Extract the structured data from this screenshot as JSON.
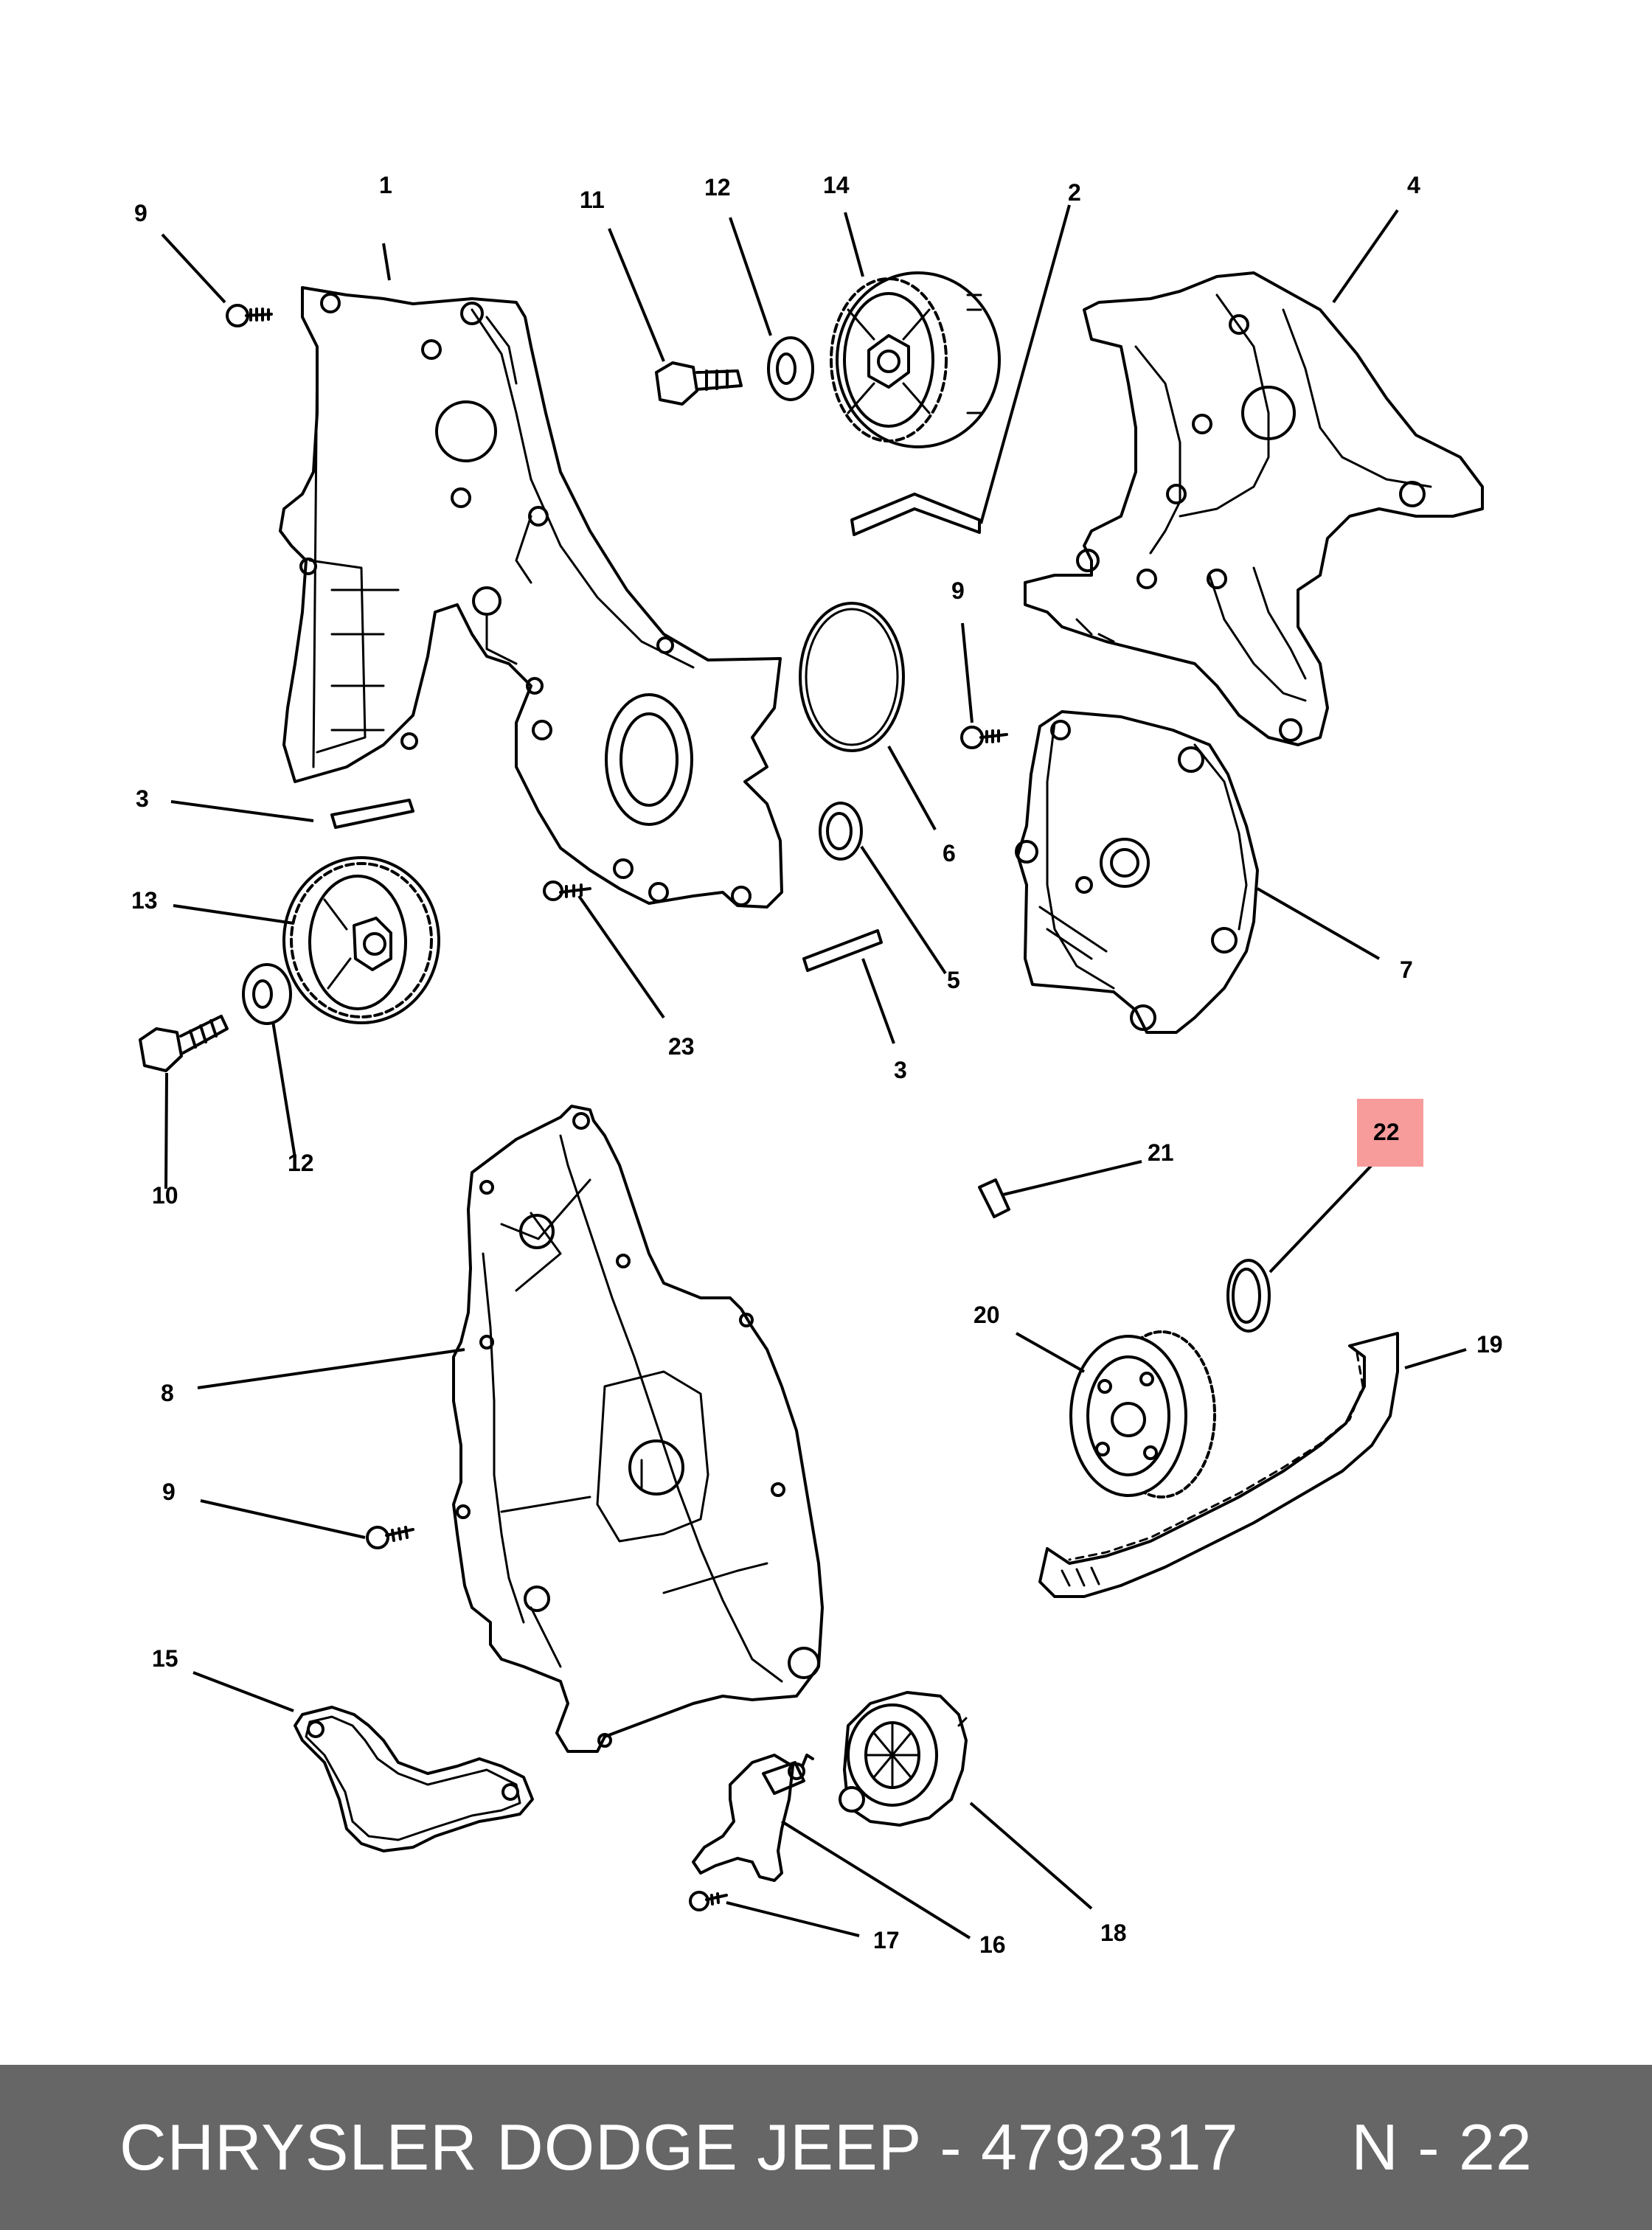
{
  "diagram": {
    "highlight_color": "#f79b9b",
    "highlighted_callout": "22",
    "callouts": [
      {
        "id": "c-1",
        "label": "1"
      },
      {
        "id": "c-2",
        "label": "2"
      },
      {
        "id": "c-3a",
        "label": "3"
      },
      {
        "id": "c-3b",
        "label": "3"
      },
      {
        "id": "c-4",
        "label": "4"
      },
      {
        "id": "c-5",
        "label": "5"
      },
      {
        "id": "c-6",
        "label": "6"
      },
      {
        "id": "c-7",
        "label": "7"
      },
      {
        "id": "c-8",
        "label": "8"
      },
      {
        "id": "c-9a",
        "label": "9"
      },
      {
        "id": "c-9b",
        "label": "9"
      },
      {
        "id": "c-9c",
        "label": "9"
      },
      {
        "id": "c-10",
        "label": "10"
      },
      {
        "id": "c-11",
        "label": "11"
      },
      {
        "id": "c-12a",
        "label": "12"
      },
      {
        "id": "c-12b",
        "label": "12"
      },
      {
        "id": "c-13",
        "label": "13"
      },
      {
        "id": "c-14",
        "label": "14"
      },
      {
        "id": "c-15",
        "label": "15"
      },
      {
        "id": "c-16",
        "label": "16"
      },
      {
        "id": "c-17",
        "label": "17"
      },
      {
        "id": "c-18",
        "label": "18"
      },
      {
        "id": "c-19",
        "label": "19"
      },
      {
        "id": "c-20",
        "label": "20"
      },
      {
        "id": "c-21",
        "label": "21"
      },
      {
        "id": "c-22",
        "label": "22"
      },
      {
        "id": "c-23",
        "label": "23"
      }
    ]
  },
  "footer": {
    "brand": "CHRYSLER DODGE JEEP",
    "separator": " - ",
    "part_number": "4792317",
    "ref_prefix": "N - ",
    "ref_number": "22",
    "background_color": "#666666",
    "text_color": "#ffffff"
  }
}
